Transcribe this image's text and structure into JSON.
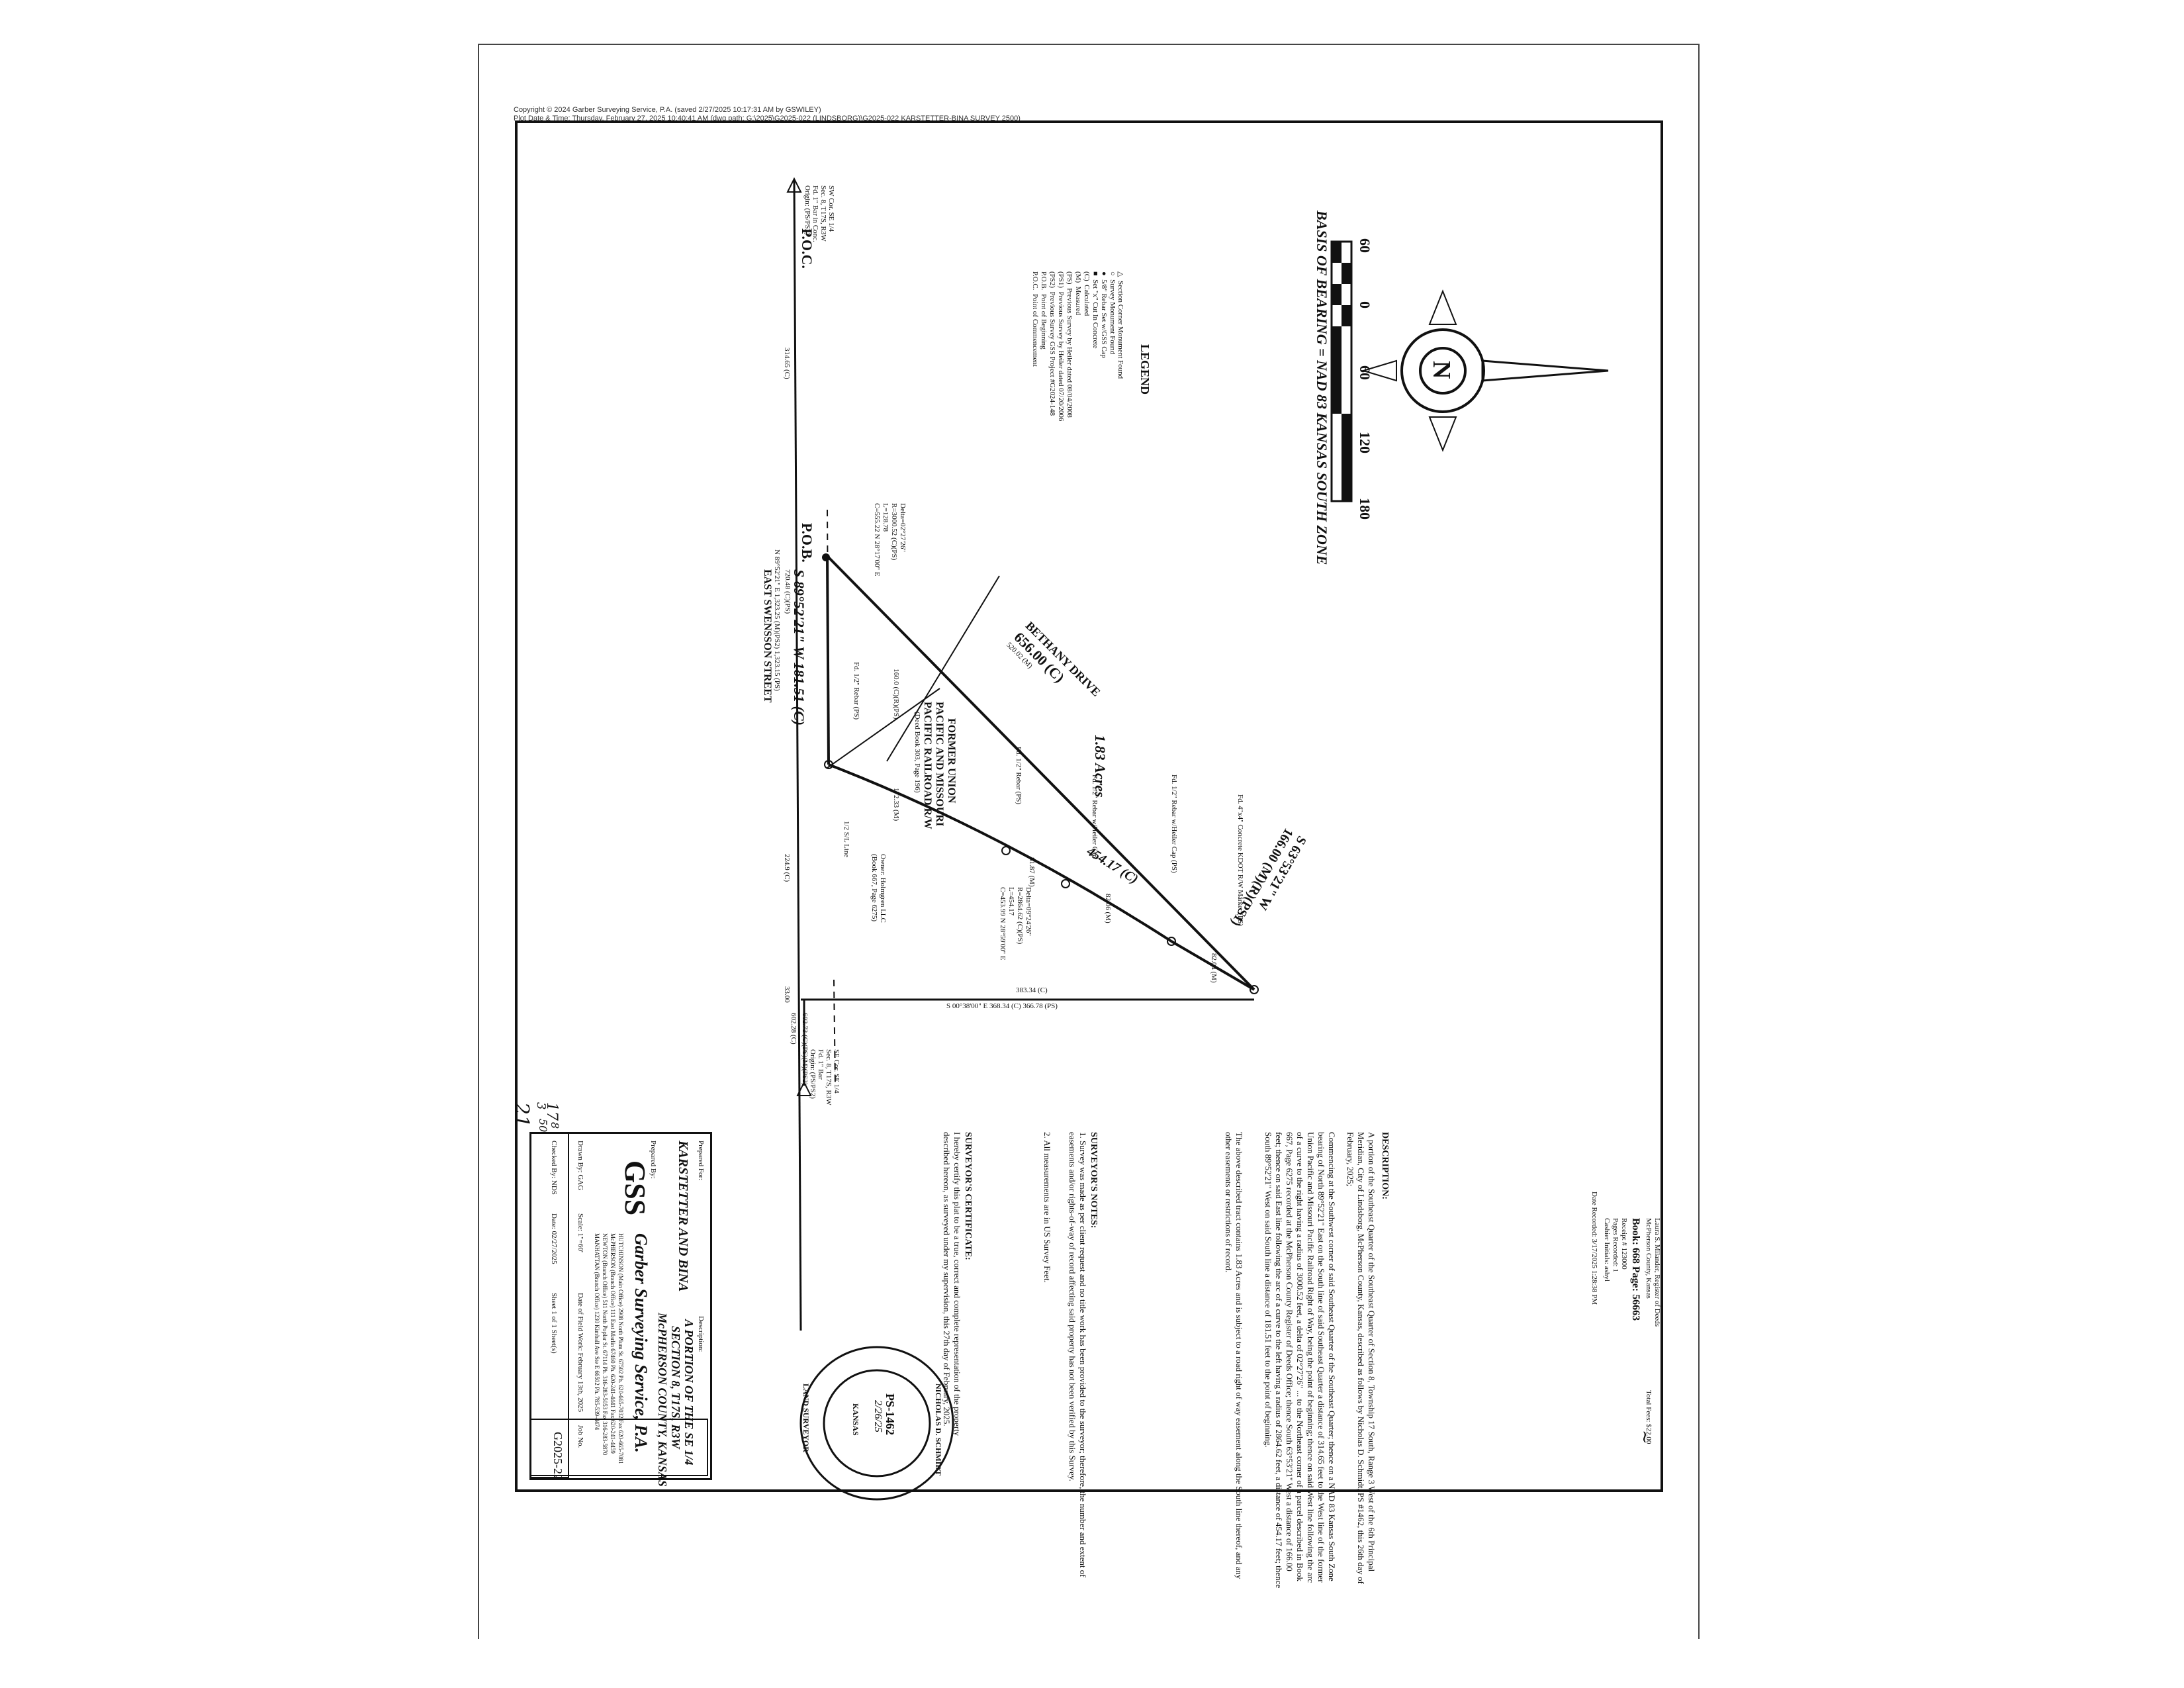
{
  "header": {
    "copyright": "Copyright © 2024 Garber Surveying Service, P.A. (saved 2/27/2025 10:17:31 AM by GSWILEY)",
    "plot_line": "Plot Date & Time: Thursday, February 27, 2025 10:40:41 AM (dwg path: G:\\2025\\G2025-022 (LINDSBORG)\\G2025-022 KARSTETTER-BINA SURVEY 2500)"
  },
  "recording": {
    "register": "Laura S. Milander, Register of Deeds",
    "county": "McPherson County, Kansas",
    "book_page": "Book: 668 Page: 56663",
    "receipt": "Receipt # 123000",
    "pages": "Pages Recorded: 1",
    "cashier": "Cashier Initials: ashyl",
    "date_recorded": "Date Recorded: 3/17/2025 1:28:38 PM",
    "fee": "Total Fees: $22.00"
  },
  "legend": {
    "title": "LEGEND",
    "items": [
      {
        "symbol": "△",
        "text": "Section Corner Monument Found"
      },
      {
        "symbol": "○",
        "text": "Survey Monument Found"
      },
      {
        "symbol": "●",
        "text": "5/8\" Rebar Set w/GSS Cap"
      },
      {
        "symbol": "■",
        "text": "Set \"x\" Cut In Concrete"
      },
      {
        "symbol": "(C)",
        "text": "Calculated"
      },
      {
        "symbol": "(M)",
        "text": "Measured"
      },
      {
        "symbol": "(PS)",
        "text": "Previous Survey by Heiler dated 08/04/2008"
      },
      {
        "symbol": "(PS1)",
        "text": "Previous Survey by Heiler dated 07/20/2006"
      },
      {
        "symbol": "(PS2)",
        "text": "Previous Survey GSS Project #G2024-148"
      },
      {
        "symbol": "P.O.B.",
        "text": "Point of Beginning"
      },
      {
        "symbol": "P.O.C.",
        "text": "Point of Commencement"
      }
    ]
  },
  "scale": {
    "ticks": [
      "60",
      "0",
      "60",
      "120",
      "180"
    ],
    "basis": "BASIS OF BEARING = NAD 83 KANSAS SOUTH ZONE"
  },
  "north": {
    "label": "N"
  },
  "drawing": {
    "poc_label": "P.O.C.",
    "poc_note": [
      "SW Cor. SE 1/4",
      "Sec. 8, T17S, R3W",
      "Fd. 1\" Bar in Conc.",
      "Origin: (PS/PS2)"
    ],
    "pob_label": "P.O.B.",
    "dim_314": "314.65 (C)",
    "bethany_drive": "BETHANY DRIVE",
    "bethany_dist": "656.00 (C)",
    "bethany_meas": "520.02 (M)",
    "curve1": [
      "Delta=02°27'26\"",
      "R=3000.52 (C)(PS)",
      "L=128.78",
      "C=555.22 N 28°17'00\" E"
    ],
    "railroad": [
      "FORMER UNION",
      "PACIFIC AND MISSOURI",
      "PACIFIC RAILROAD R/W",
      "(Deed Book 303, Page 196)"
    ],
    "rr_width": "160.0 (C)(R)(PS)",
    "south_line": "S 89°52'21\" W  181.51 (C)",
    "south_line_sub": "720.48 (C)(PS)",
    "south_line_2": "N 89°52'21\" E  1,323.25 (M)(PS2)  1,323.15 (PS)",
    "street": "EAST SWENSSON STREET",
    "acres": "1.83 Acres",
    "fd_rebar_ps": "Fd. 1/2\" Rebar (PS)",
    "fd_rebar_cap": "Fd. 1/2\" Rebar w/Heiler Cap",
    "fd_rebar_cap2": "Fd. 1/2\" Rebar w/Heiler Cap (PS)",
    "fd_concrete": "Fd. 4\"x4\" Concrete KDOT R/W Marker (PS)",
    "east_bearing": "S 63°53'21\" W",
    "east_dist": "166.00 (M)(R)(PS1)",
    "owner": [
      "Owner: Holmgren LLC",
      "(Book 667, Page 6275)"
    ],
    "curve2": [
      "Delta=09°24'26\"",
      "R=2864.62 (C)(PS)",
      "L=454.17",
      "C=453.99 N 28°59'00\" E"
    ],
    "arc_dist": "454.17 (C)",
    "seg1": "81.87 (M)",
    "seg2": "82.06 (M)",
    "seg3": "82.04 (M)",
    "seg4": "172.33 (M)",
    "dim_224": "224.9 (C)",
    "dim_33": "33.00",
    "dim_383": "383.34 (C)",
    "line_sline": "1/2 S/L Line",
    "south_east": "S 00°38'00\" E  368.34 (C)  366.78 (PS)",
    "se_note": [
      "SE Cor. SE 1/4",
      "Sec. 8, T17S, R3W",
      "Fd. 1\" Bar",
      "Origin: (PS/PS2)"
    ],
    "dim_602": "602.28 (C)",
    "dim_602b": "602.73 (C)(PS)(M)(PS2)"
  },
  "description": {
    "title": "DESCRIPTION:",
    "paragraphs": [
      "A portion of the Southeast Quarter of the Southeast Quarter of Section 8, Township 17 South, Range 3 West of the 6th Principal Meridian, City of Lindsborg, McPherson County, Kansas, described as follows by Nicholas D. Schmidt, PS #1462, this 26th day of February, 2025;",
      "Commencing at the Southwest corner of said Southeast Quarter of the Southeast Quarter; thence on a NAD 83 Kansas South Zone bearing of North 89°52'21\" East on the South line of said Southeast Quarter a distance of 314.65 feet to the West line of the former Union Pacific and Missouri Pacific Railroad Right of Way, being the point of beginning; thence on said West line following the arc of a curve to the right having a radius of 3000.52 feet, a delta of 02°27'26\" ... to the Northeast corner of a parcel described in Book 667, Page 6275 recorded at the McPherson County Register of Deeds Office; thence South 63°53'21\" West a distance of 166.00 feet; thence on said East line following the arc of a curve to the left having a radius of 2864.62 feet, a distance of 454.17 feet; thence South 89°52'21\" West on said South line a distance of 181.51 feet to the point of beginning.",
      "The above described tract contains 1.83 Acres and is subject to a road right of way easement along the South line thereof, and any other easements or restrictions of record."
    ]
  },
  "notes": {
    "title": "SURVEYOR'S NOTES:",
    "items": [
      "1. Survey was made as per client request and no title work has been provided to the surveyor; therefore, the number and extent of easements and/or rights-of-way of record affecting said property has not been verified by this Survey.",
      "2. All measurements are in US Survey Feet."
    ]
  },
  "certificate": {
    "title": "SURVEYOR'S CERTIFICATE:",
    "text": "I hereby certify this plat to be a true, correct and complete representation of the property described hereon, as surveyed under my supervision, this 27th day of February, 2025."
  },
  "seal": {
    "name": "NICHOLAS D. SCHMIDT",
    "number": "PS-1462",
    "state": "KANSAS",
    "role": "LAND SURVEYOR",
    "date": "2/26/25"
  },
  "title_block": {
    "prepared_for_label": "Prepared For:",
    "prepared_for": "KARSTETTER AND BINA",
    "description_label": "Description:",
    "description": [
      "A PORTION OF THE SE 1/4",
      "SECTION 8, T17S, R3W",
      "McPHERSON COUNTY, KANSAS"
    ],
    "prepared_by_label": "Prepared By:",
    "logo": "GSS",
    "company": "Garber Surveying Service, P.A.",
    "offices": [
      "HUTCHINSON (Main Office)  2908 North Plum St. 67502  Ph. 620-665-7032  Fax 620-665-7081",
      "McPHERSON (Branch Office)  111 East Marlin  67460  Ph. 620-241-4441  Fax 620-241-4459",
      "NEWTON (Branch Office)  511 North Poplar St. 67114  Ph. 316-283-5053  Fax 316-283-5870",
      "MANHATTAN (Branch Office)  1230 Kimball Ave Ste E 66502  Ph. 785-539-4474"
    ],
    "drawn_by": "Drawn By:  GAG",
    "scale": "Scale:  1\"=60'",
    "date_field": "Date of Field Work:  February 13th, 2025",
    "job_no_label": "Job No.",
    "job_no": "G2025-22",
    "checked_by": "Checked By:  NDS",
    "date": "Date:  02/27/2025",
    "sheet": "Sheet 1 of 1 Sheet(s)"
  },
  "handwritten": {
    "figures": [
      "17",
      "3",
      "8",
      "50"
    ],
    "initials": "21"
  }
}
